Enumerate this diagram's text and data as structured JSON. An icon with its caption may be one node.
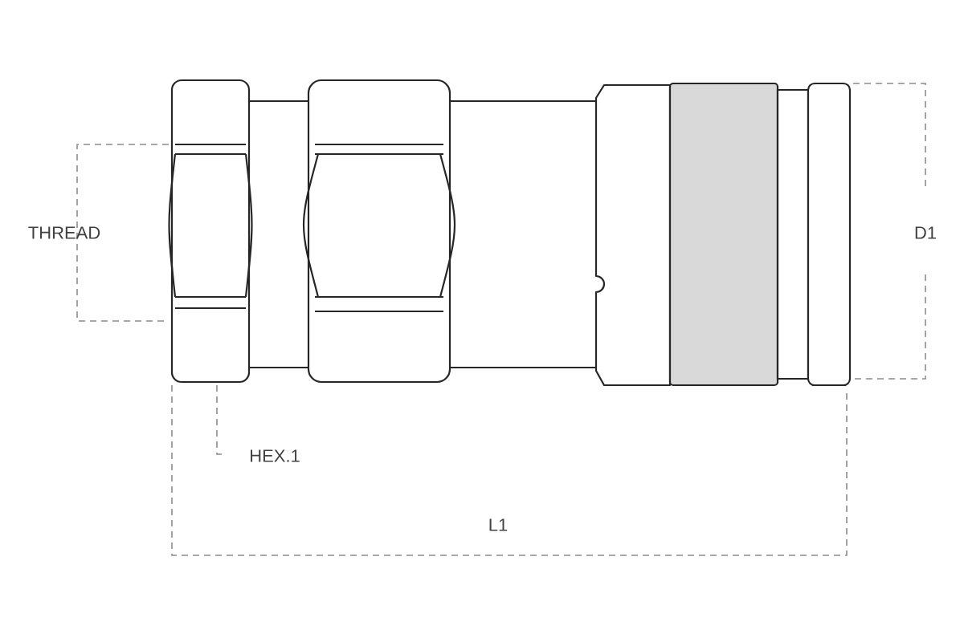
{
  "diagram": {
    "labels": [
      "THREAD",
      "D1",
      "HEX.1",
      "L1"
    ]
  }
}
